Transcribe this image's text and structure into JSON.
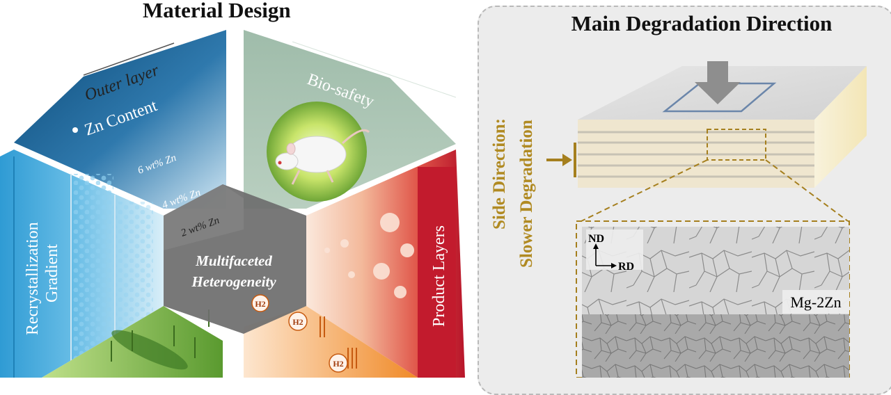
{
  "left_panel": {
    "title": "Material Design",
    "center_label_line1": "Multifaceted",
    "center_label_line2": "Heterogeneity",
    "zn_panel": {
      "outer_label": "Outer layer",
      "heading": "Zn Content",
      "levels": [
        "6 wt% Zn",
        "4 wt% Zn",
        "2 wt% Zn"
      ]
    },
    "bio_panel": {
      "heading": "Bio-safety"
    },
    "recryst_panel": {
      "line1": "Recrystallization",
      "line2": "Gradient"
    },
    "product_panel": {
      "heading": "Product Layers"
    },
    "h2_labels": [
      "H2",
      "H2",
      "H2"
    ]
  },
  "right_panel": {
    "title": "Main Degradation Direction",
    "side_label_line1": "Side Direction:",
    "side_label_line2": "Slower Degradation",
    "axis_nd": "ND",
    "axis_rd": "RD",
    "sample_label": "Mg-2Zn"
  },
  "colors": {
    "zn_blue": "#0f4f7c",
    "bio_green": "#9db9a8",
    "recryst_blue": "#3aa5d8",
    "product_red": "#c0202e",
    "center_gray": "#6d6d6d",
    "gold": "#a57f1e"
  }
}
